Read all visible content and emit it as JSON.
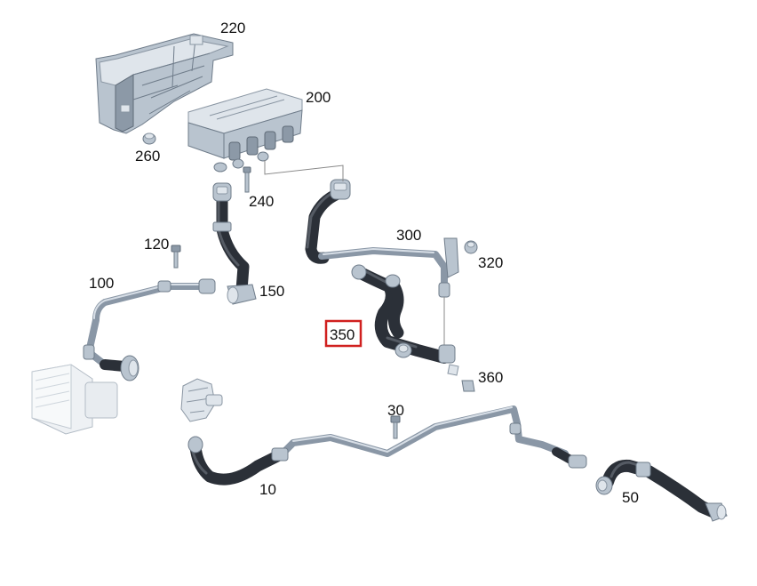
{
  "labels": {
    "p220": "220",
    "p200": "200",
    "p260": "260",
    "p240": "240",
    "p300": "300",
    "p320": "320",
    "p120": "120",
    "p150": "150",
    "p100": "100",
    "p350": "350",
    "p360": "360",
    "p30": "30",
    "p10": "10",
    "p50": "50"
  },
  "highlight": {
    "part": "350",
    "color": "#d0201f"
  },
  "colors": {
    "hose": "#2b3038",
    "pipe": "#8a97a6",
    "metal": "#b9c4cf"
  }
}
